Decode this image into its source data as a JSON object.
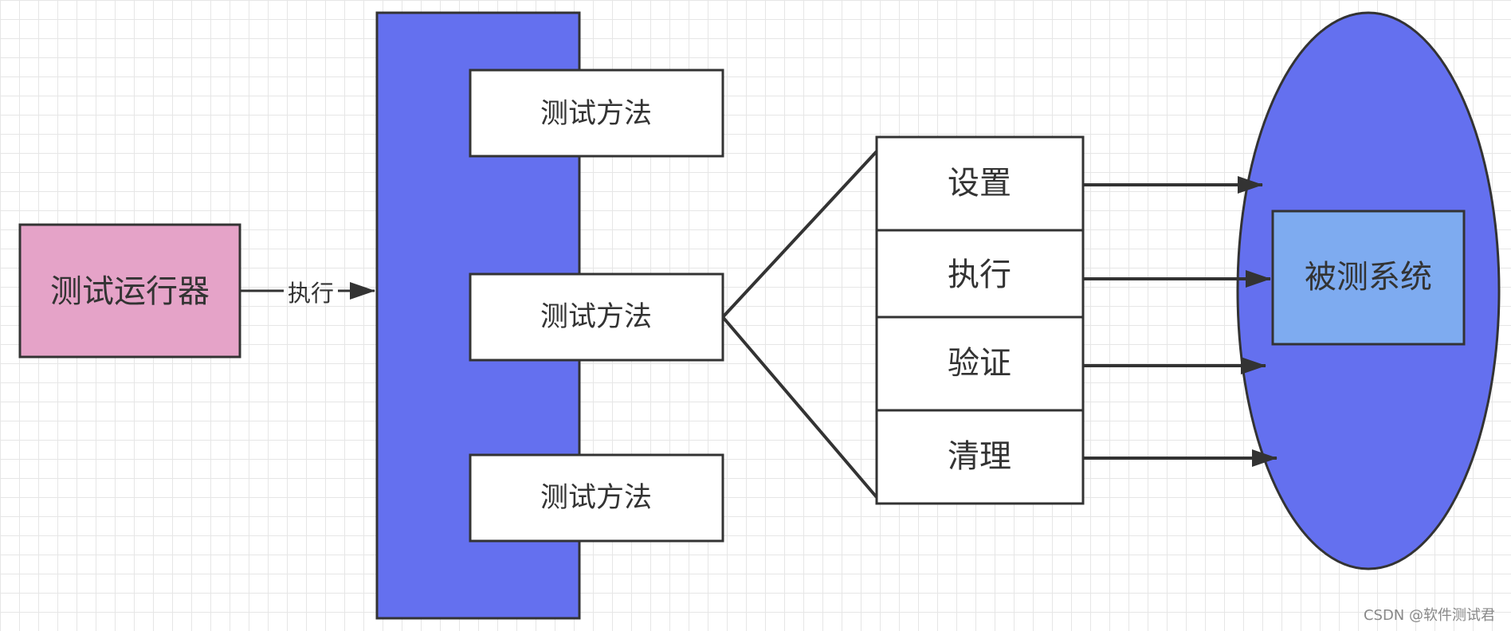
{
  "diagram": {
    "runner_label": "测试运行器",
    "execute_edge_label": "执行",
    "test_methods": [
      "测试方法",
      "测试方法",
      "测试方法"
    ],
    "phases": [
      "设置",
      "执行",
      "验证",
      "清理"
    ],
    "sut_label": "被测系统"
  },
  "watermark": "CSDN @软件测试君",
  "colors": {
    "runner_fill": "#e5a3c8",
    "container_fill": "#6470ef",
    "sut_ellipse_fill": "#6470ef",
    "sut_box_fill": "#7eabf0",
    "stroke": "#333333"
  }
}
